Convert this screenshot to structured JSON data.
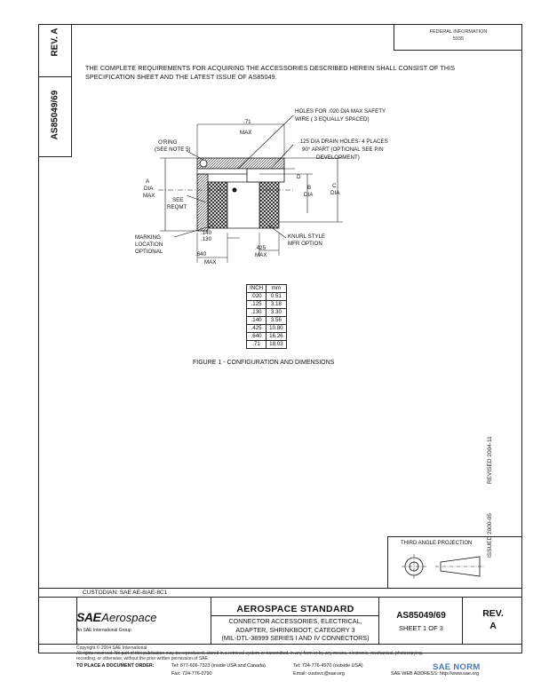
{
  "header": {
    "rev_label": "REV.",
    "rev_value": "A",
    "doc_number": "AS85049/69",
    "fed_box_line1": "FEDERAL INFORMATION",
    "fed_box_line2": "5935"
  },
  "requirement_text": "THE COMPLETE REQUIREMENTS FOR ACQUIRING THE ACCESSORIES DESCRIBED HEREIN SHALL CONSIST OF THIS SPECIFICATION SHEET AND THE LATEST ISSUE OF AS85049.",
  "figure": {
    "caption": "FIGURE 1 - CONFIGURATION AND DIMENSIONS",
    "labels": {
      "dim_71": ".71",
      "max1": "MAX",
      "holes_l1": "HOLES FOR .020 DIA MAX SAFETY",
      "holes_l2": "WIRE ( 3 EQUALLY SPACED)",
      "oring_l1": "O'RING",
      "oring_l2": "(SEE NOTE 5)",
      "drain_l1": ".125 DIA DRAIN HOLES- 4 PLACES",
      "drain_l2": "90° APART (OPTIONAL SEE P/N",
      "drain_l3": "DEVELOPMENT)",
      "d": "D",
      "a": "A",
      "dia1": "DIA",
      "max2": "MAX",
      "see": "SEE",
      "regmt": "REQMT",
      "b": "B",
      "dia2": "DIA",
      "c": "C",
      "dia3": "DIA",
      "marking_l1": "MARKING",
      "marking_l2": "LOCATION",
      "marking_l3": "OPTIONAL",
      "dim_140": ".140",
      "dim_130": ".130",
      "knurl_l1": "KNURL STYLE",
      "knurl_l2": "MFR OPTION",
      "dim_640": ".640",
      "max3": "MAX",
      "dim_425": ".425",
      "max4": "MAX"
    }
  },
  "conversion_table": {
    "headers": [
      "INCH",
      "mm"
    ],
    "rows": [
      [
        ".020",
        "0.51"
      ],
      [
        ".125",
        "3.18"
      ],
      [
        ".130",
        "3.30"
      ],
      [
        ".140",
        "3.56"
      ],
      [
        ".425",
        "10.80"
      ],
      [
        ".640",
        "16.26"
      ],
      [
        ".71",
        "18.03"
      ]
    ]
  },
  "side_text": {
    "revised": "REVISED 2004-11",
    "issued": "ISSUED 2000-05"
  },
  "projection": {
    "title": "THIRD ANGLE PROJECTION"
  },
  "custodian": "CUSTODIAN: SAE AE-8/AE-8C1",
  "title_block": {
    "logo_sae": "SAE",
    "logo_aero": "Aerospace",
    "logo_sub": "An SAE International Group",
    "std_title": "AEROSPACE STANDARD",
    "desc_l1": "CONNECTOR ACCESSORIES, ELECTRICAL,",
    "desc_l2": "ADAPTER, SHRINKBOOT, CATEGORY 3",
    "desc_l3": "(MIL-DTL-38999 SERIES I AND IV CONNECTORS)",
    "doc_number": "AS85049/69",
    "sheet": "SHEET 1 OF 3",
    "rev_label": "REV.",
    "rev_value": "A"
  },
  "footer": {
    "copyright": "Copyright © 2004 SAE International",
    "rights_l1": "All rights reserved. No part of this publication may be reproduced, stored in a retrieval system or transmitted, in any form or by any means, electronic, mechanical, photocopying,",
    "rights_l2": "recording, or otherwise, without the prior written permission of SAE.",
    "order_label": "TO PLACE A DOCUMENT ORDER:",
    "tel1": "Tel: 877-606-7323 (inside USA and Canada)",
    "fax": "Fax: 724-776-0790",
    "tel2": "Tel: 724-776-4970 (outside USA)",
    "email": "Email: custsvc@sae.org",
    "web": "SAE WEB ADDRESS: http://www.sae.org",
    "watermark": "SAE NORM"
  }
}
